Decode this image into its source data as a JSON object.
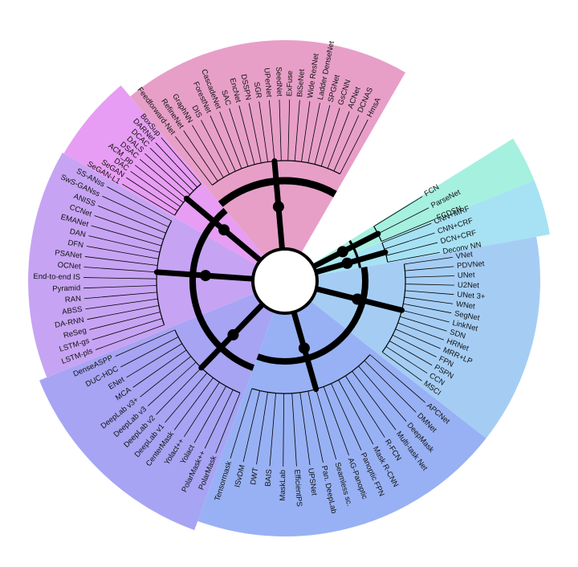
{
  "sectors": [
    {
      "id": "pink",
      "color": "#e79fc8",
      "labels": [
        "Feedforward-Net",
        "RefineNet",
        "GraphNN",
        "DIS",
        "ForestNet",
        "CascadeNet",
        "SAC",
        "EncNet",
        "DSSPN",
        "SGR",
        "UPerNet",
        "SeedNet",
        "ExFuse",
        "BiSeNet",
        "Wide ResNet",
        "Ladder DenseNet",
        "SPGNet",
        "GsCNN",
        "ACNet",
        "DCNAS",
        "HmsA"
      ]
    },
    {
      "id": "teal",
      "color": "#a6f0e0",
      "labels": [
        "FCN",
        "ParseNet",
        "FCDSN"
      ]
    },
    {
      "id": "cyan",
      "color": "#a6e2f3",
      "labels": [
        "CNN+MRF",
        "CNN+CRF",
        "DCN+CRF",
        "Deconv NN"
      ]
    },
    {
      "id": "lightblue",
      "color": "#a5cdf4",
      "labels": [
        "VNet",
        "PDVNet",
        "UNet",
        "U2Net",
        "UNet 3+",
        "WNet",
        "SegNet",
        "LinkNet",
        "SDN",
        "HRNet",
        "MRR+LP",
        "FPN",
        "PSPN",
        "CCN",
        "MSCI"
      ]
    },
    {
      "id": "blue",
      "color": "#98b1f4",
      "labels": [
        "APCNet",
        "DMNet",
        "DeepMask",
        "Multi-task Net",
        "R-FCN",
        "Mask R-CNN",
        "Panoptic FPN",
        "AG-Panoptic",
        "Seamless sc.",
        "Pan. DeepLab",
        "UPSNet",
        "EfficientPS",
        "MaskLab",
        "BAIS",
        "DWT",
        "ISvDM",
        "Tensormask"
      ]
    },
    {
      "id": "indigo",
      "color": "#a7a4f4",
      "labels": [
        "PolarMask",
        "PolarMask++",
        "Yolact",
        "Yolact++",
        "CenterMask",
        "DeepLab v1",
        "DeepLab v2",
        "DeepLab v3",
        "DeepLab v3+",
        "MCA",
        "ENet",
        "DUC-HDC",
        "DenseASPP"
      ]
    },
    {
      "id": "violet",
      "color": "#c6a4f3",
      "labels": [
        "LSTM-pls",
        "LSTM-gs",
        "ReSeg",
        "DA-RNN",
        "ABSS",
        "RAN",
        "Pyramid",
        "End-to-end IS",
        "OCNet",
        "PSANet",
        "DFN",
        "DAN",
        "EMANet",
        "CCNet",
        "ANISS",
        "SwS-GANss",
        "SS-ANss"
      ]
    },
    {
      "id": "magenta",
      "color": "#e79df3",
      "labels": [
        "SeGAN-L1",
        "SeGAN",
        "DAC",
        "ACM_pp",
        "DSAC",
        "DALS",
        "DCAC",
        "DARNet",
        "BoxSup"
      ]
    }
  ]
}
